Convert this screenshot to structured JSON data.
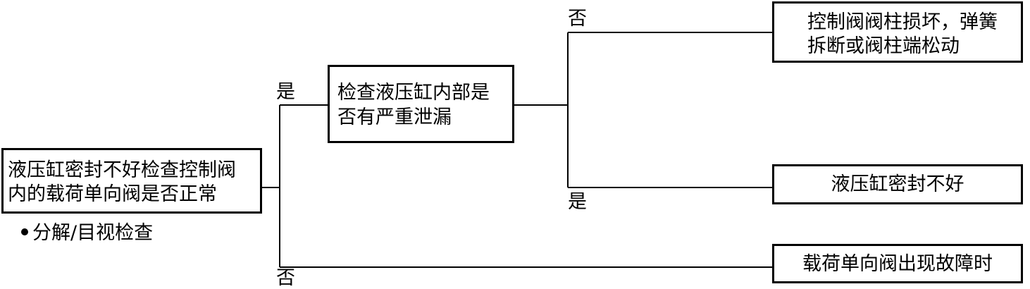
{
  "nodes": {
    "start": {
      "line1": "液压缸密封不好检查控制阀",
      "line2": "内的载荷单向阀是否正常",
      "note": "分解/目视检查"
    },
    "check_leak": {
      "line1": "检查液压缸内部是",
      "line2": "否有严重泄漏"
    },
    "valve_damage": {
      "line1": "控制阀阀柱损坏，弹簧",
      "line2": "拆断或阀柱端松动"
    },
    "seal_bad": {
      "text": "液压缸密封不好"
    },
    "check_valve_fault": {
      "text": "载荷单向阀出现故障时"
    }
  },
  "edges": {
    "start_yes": "是",
    "start_no": "否",
    "leak_no": "否",
    "leak_yes": "是"
  }
}
